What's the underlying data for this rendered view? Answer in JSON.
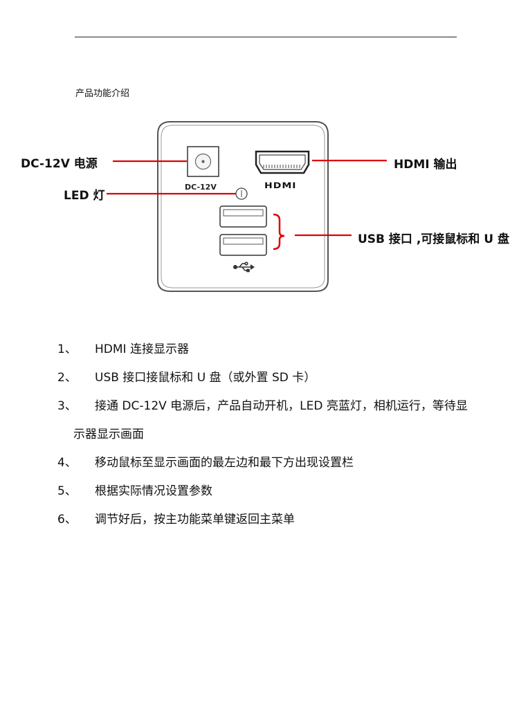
{
  "header": {
    "section_title": "产品功能介绍"
  },
  "diagram": {
    "labels": {
      "power": "DC-12V 电源",
      "led": "LED 灯",
      "hdmi": "HDMI 输出",
      "usb": "USB 接口 ,可接鼠标和 U 盘"
    },
    "port_text": {
      "dc": "DC-12V",
      "hdmi": "HDMI"
    },
    "colors": {
      "callout_line": "#e00000",
      "panel_stroke": "#555555"
    }
  },
  "steps": [
    {
      "num": "1、",
      "text": "HDMI 连接显示器"
    },
    {
      "num": "2、",
      "text": "USB 接口接鼠标和 U 盘（或外置 SD 卡）"
    },
    {
      "num": "3、",
      "text": "接通 DC-12V 电源后，产品自动开机，LED 亮蓝灯，相机运行，等待显",
      "cont": "示器显示画面"
    },
    {
      "num": "4、",
      "text": "移动鼠标至显示画面的最左边和最下方出现设置栏"
    },
    {
      "num": "5、",
      "text": "根据实际情况设置参数"
    },
    {
      "num": "6、",
      "text": "调节好后，按主功能菜单键返回主菜单"
    }
  ]
}
